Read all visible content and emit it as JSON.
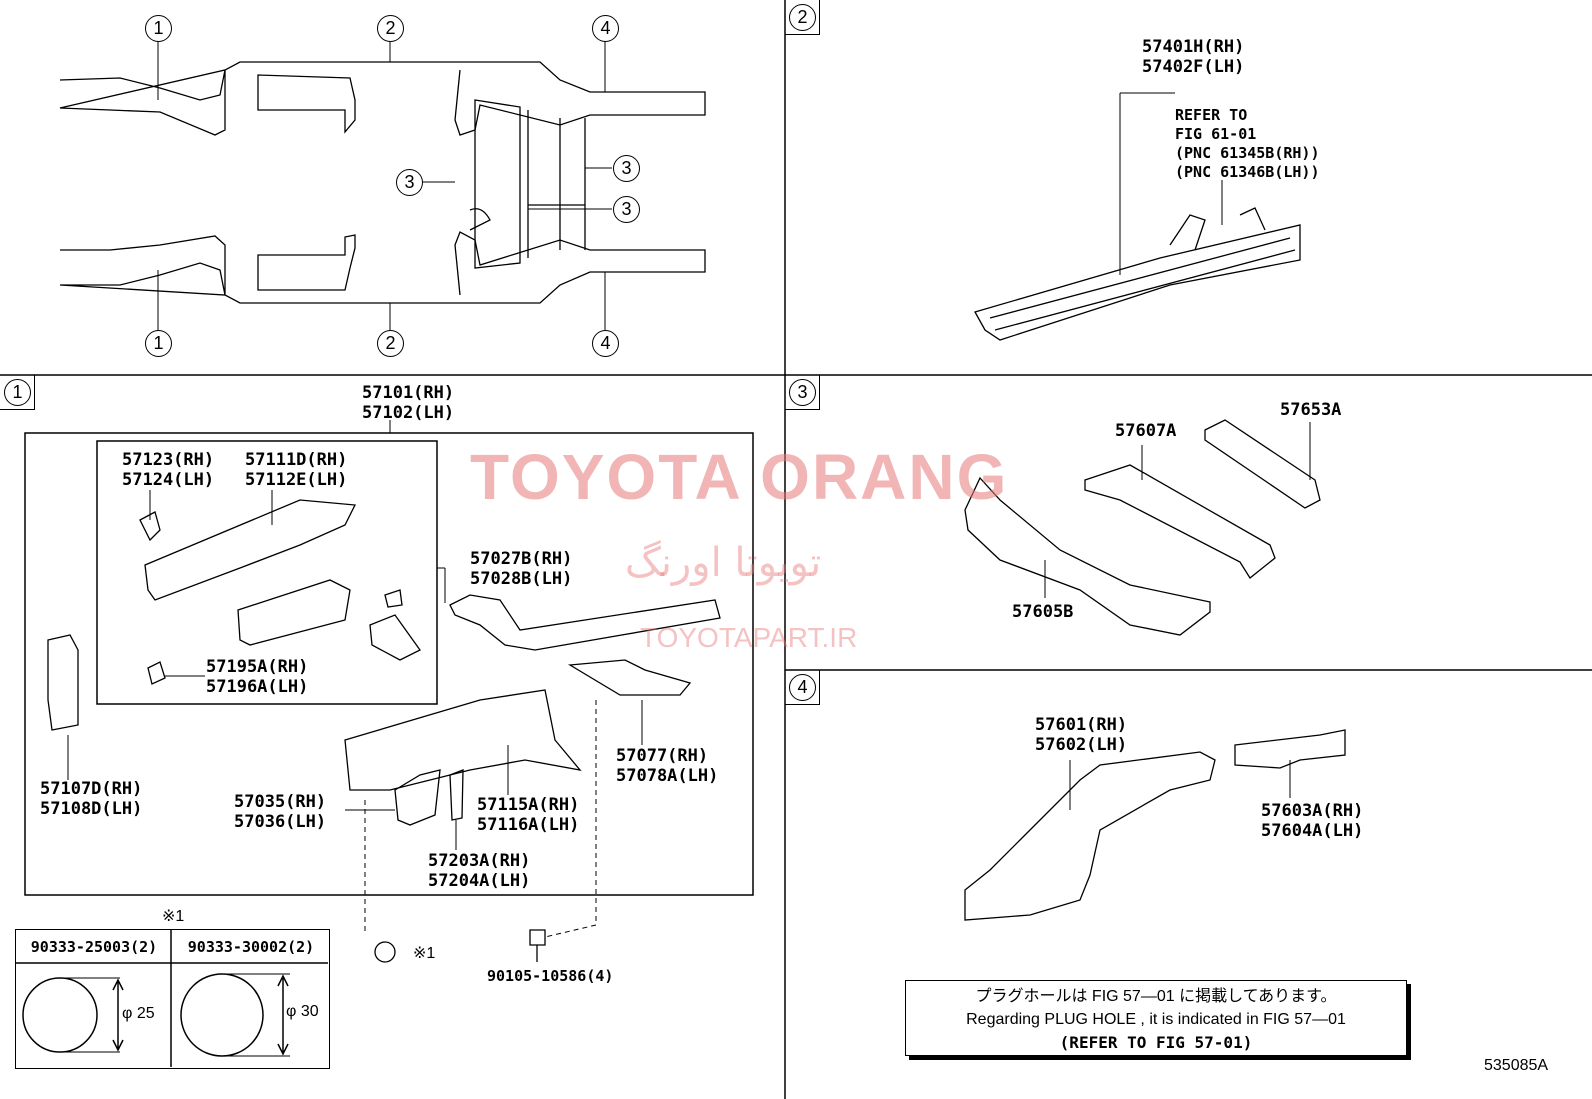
{
  "sections": [
    "1",
    "2",
    "3",
    "4"
  ],
  "overview": {
    "callouts_top": [
      "1",
      "2",
      "4"
    ],
    "callouts_mid": [
      "3",
      "3",
      "3"
    ],
    "callouts_bottom": [
      "1",
      "2",
      "4"
    ]
  },
  "section2": {
    "part": [
      "57401H(RH)",
      "57402F(LH)"
    ],
    "refer": [
      "REFER TO",
      "FIG 61-01",
      "(PNC 61345B(RH))",
      "(PNC 61346B(LH))"
    ]
  },
  "section1": {
    "main_part": [
      "57101(RH)",
      "57102(LH)"
    ],
    "p57123": [
      "57123(RH)",
      "57124(LH)"
    ],
    "p57111": [
      "57111D(RH)",
      "57112E(LH)"
    ],
    "p57027": [
      "57027B(RH)",
      "57028B(LH)"
    ],
    "p57195": [
      "57195A(RH)",
      "57196A(LH)"
    ],
    "p57107": [
      "57107D(RH)",
      "57108D(LH)"
    ],
    "p57077": [
      "57077(RH)",
      "57078A(LH)"
    ],
    "p57035": [
      "57035(RH)",
      "57036(LH)"
    ],
    "p57115": [
      "57115A(RH)",
      "57116A(LH)"
    ],
    "p57203": [
      "57203A(RH)",
      "57204A(LH)"
    ],
    "bolt": "90105-10586(4)",
    "mark": "※1",
    "plug_mark": "※1",
    "plugs": [
      {
        "part": "90333-25003(2)",
        "dia": "25"
      },
      {
        "part": "90333-30002(2)",
        "dia": "30"
      }
    ]
  },
  "section3": {
    "parts": [
      "57653A",
      "57607A",
      "57605B"
    ]
  },
  "section4": {
    "p57601": [
      "57601(RH)",
      "57602(LH)"
    ],
    "p57603": [
      "57603A(RH)",
      "57604A(LH)"
    ],
    "note": [
      "プラグホールは FIG 57―01 に掲載してあります。",
      "Regarding  PLUG  HOLE , it is indicated in FIG  57―01",
      "(REFER TO FIG 57-01)"
    ]
  },
  "watermark": {
    "title": "TOYOTA ORANG",
    "arabic": "تویوتا اورنگ",
    "url": "TOYOTAPART.IR"
  },
  "figure_code": "535085A"
}
